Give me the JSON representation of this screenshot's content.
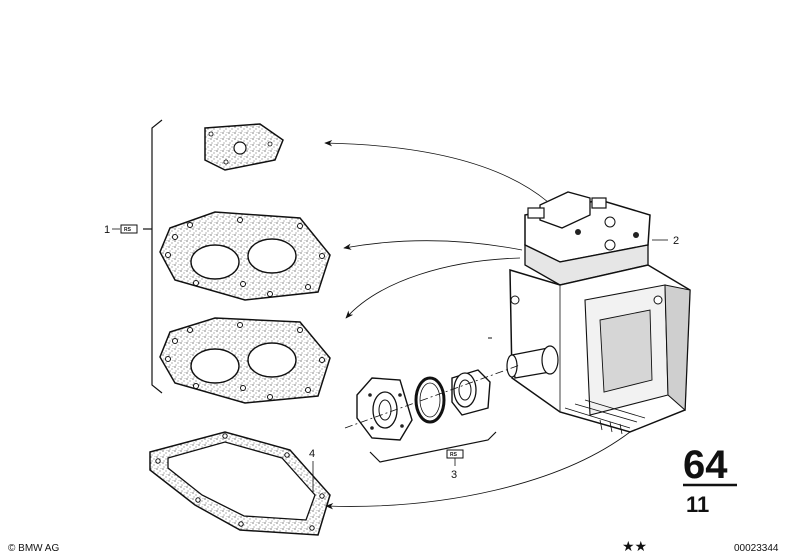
{
  "callouts": {
    "c1": "1",
    "c2": "2",
    "c3": "3",
    "c4": "4",
    "rs_badge": "RS"
  },
  "group": {
    "major": "64",
    "minor": "11"
  },
  "footer": {
    "copyright": "© BMW AG",
    "stars": "★★",
    "image_number": "00023344"
  }
}
